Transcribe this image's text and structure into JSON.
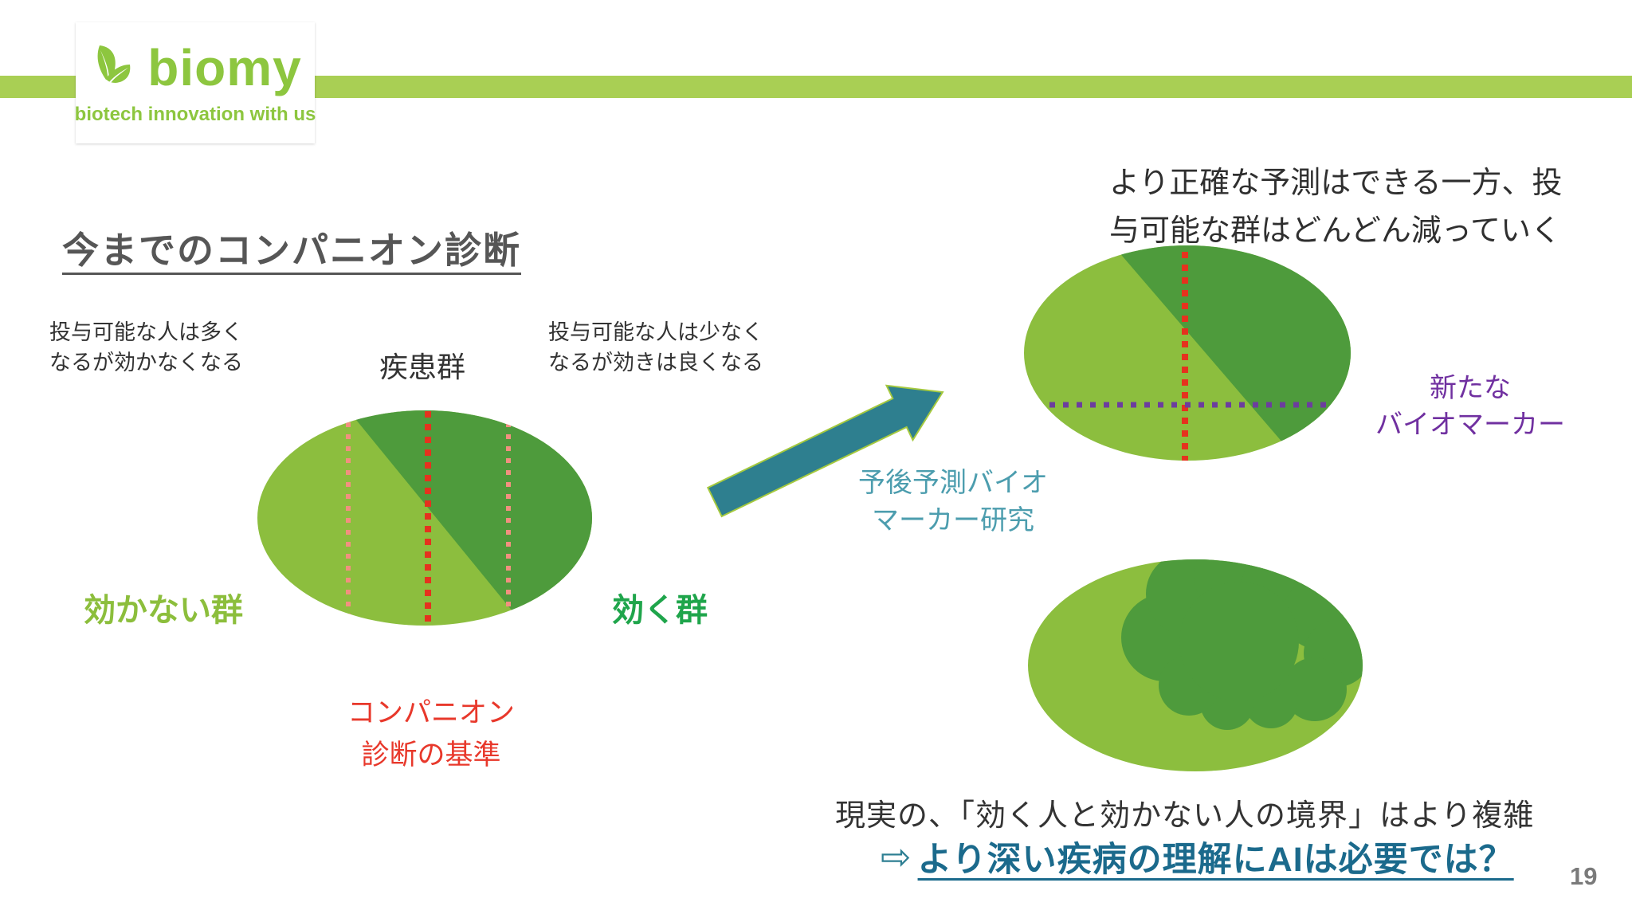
{
  "logo": {
    "name": "biomy",
    "tagline": "biotech innovation with us"
  },
  "title": "今までのコンパニオン診断",
  "left_diagram": {
    "caption_left_line1": "投与可能な人は多く",
    "caption_left_line2": "なるが効かなくなる",
    "disease_group": "疾患群",
    "caption_right_line1": "投与可能な人は少なく",
    "caption_right_line2": "なるが効きは良くなる",
    "no_effect_group": "効かない群",
    "effect_group": "効く群",
    "criteria_line1": "コンパニオン",
    "criteria_line2": "診断の基準"
  },
  "transition": {
    "arrow_label_line1": "予後予測バイオ",
    "arrow_label_line2": "マーカー研究"
  },
  "right_top_diagram": {
    "caption_line1": "より正確な予測はできる一方、投",
    "caption_line2": "与可能な群はどんどん減っていく",
    "marker_line1": "新たな",
    "marker_line2": "バイオマーカー"
  },
  "bottom": {
    "reality_text": "現実の、「効く人と効かない人の境界」はより複雑",
    "arrow_glyph": "⇨",
    "conclusion_text": "より深い疾病の理解にAIは必要では？"
  },
  "page_number": "19",
  "colors": {
    "header_bar": "#a9cf54",
    "logo_green": "#8dc63f",
    "light_green": "#8cbe3e",
    "dark_green": "#4e9b3c",
    "salmon_dotted": "#f2907f",
    "red_dotted": "#e5321e",
    "red_text": "#e8382b",
    "teal_arrow": "#2e7f8f",
    "teal_label": "#4c9dae",
    "teal_conclusion": "#1b6a8c",
    "purple": "#7030a0",
    "effect_green": "#1fa54b",
    "title_gray": "#565656"
  }
}
